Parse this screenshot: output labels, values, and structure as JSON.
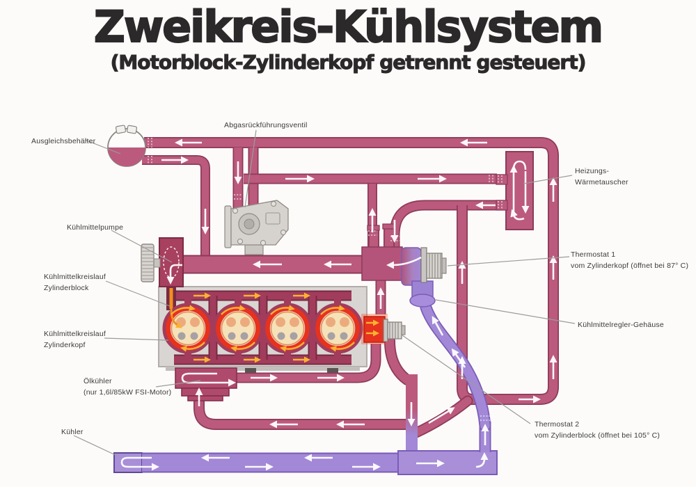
{
  "title": {
    "main": "Zweikreis-Kühlsystem",
    "subtitle": "(Motorblock-Zylinderkopf getrennt gesteuert)"
  },
  "labels": {
    "expansion_tank": "Ausgleichsbehälter",
    "egr_valve": "Abgasrückführungsventil",
    "heater_exchanger_1": "Heizungs-",
    "heater_exchanger_2": "Wärmetauscher",
    "coolant_pump": "Kühlmittelpumpe",
    "circuit_block_1": "Kühlmittelkreislauf",
    "circuit_block_2": "Zylinderblock",
    "circuit_head_1": "Kühlmittelkreislauf",
    "circuit_head_2": "Zylinderkopf",
    "oil_cooler_1": "Ölkühler",
    "oil_cooler_2": "(nur 1,6l/85kW FSI-Motor)",
    "radiator": "Kühler",
    "thermostat1_1": "Thermostat 1",
    "thermostat1_2": "vom Zylinderkopf (öffnet bei 87° C)",
    "regulator_housing": "Kühlmittelregler-Gehäuse",
    "thermostat2_1": "Thermostat 2",
    "thermostat2_2": "vom Zylinderblock (öffnet bei 105° C)"
  },
  "colors": {
    "hot_coolant": "#bb5a7c",
    "hot_coolant_border": "#8d3a5a",
    "engine_pipe": "#a23c5c",
    "overheat_red": "#e6321f",
    "flow_arrow_hot": "#f9b233",
    "cold_coolant": "#a288d6",
    "cold_coolant_border": "#7a5cb8",
    "engine_block": "#d9d5d3",
    "label_text": "#3a3a3a"
  }
}
